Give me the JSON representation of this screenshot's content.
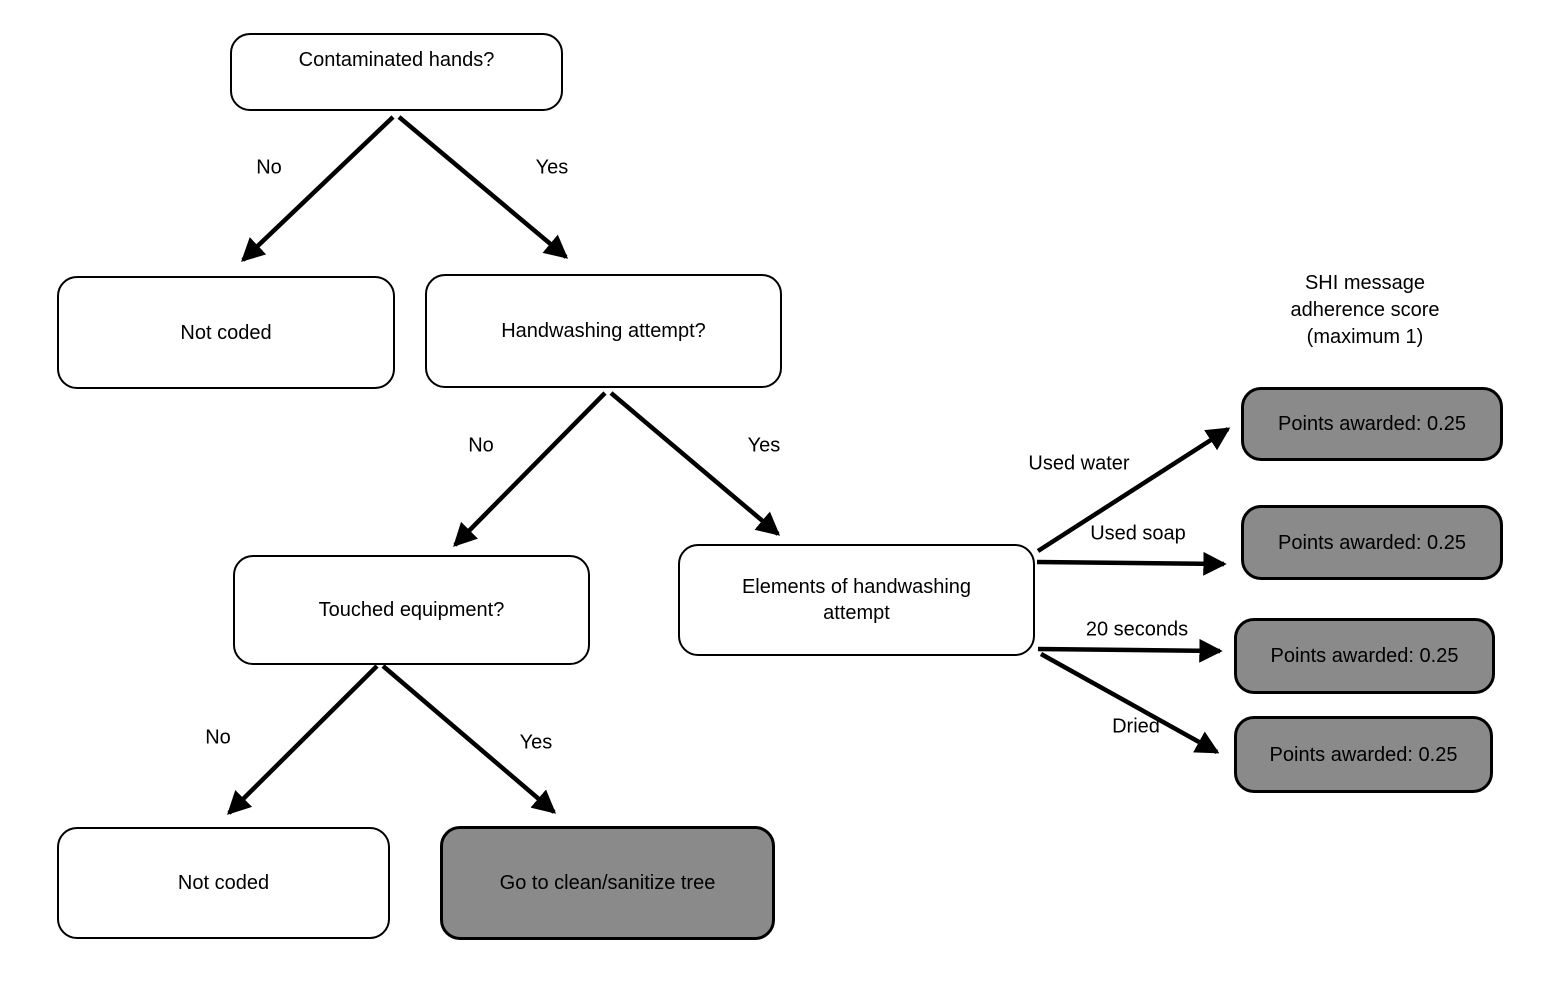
{
  "colors": {
    "box_fill": "#ffffff",
    "highlight_fill": "#8a8a8a",
    "outline": "#000000",
    "arrow": "#000000",
    "text": "#000000"
  },
  "score_heading": {
    "lines": [
      "SHI message",
      "adherence score",
      "(maximum 1)"
    ]
  },
  "nodes": {
    "contaminated": {
      "label": "Contaminated hands?"
    },
    "not_coded_top": {
      "label": "Not coded"
    },
    "handwashing": {
      "label": "Handwashing attempt?"
    },
    "touched": {
      "label": "Touched equipment?"
    },
    "elements": {
      "label": "Elements of handwashing attempt"
    },
    "not_coded_bottom": {
      "label": "Not coded"
    },
    "go_to_clean": {
      "label": "Go to clean/sanitize tree"
    },
    "points_1": {
      "label": "Points awarded: 0.25"
    },
    "points_2": {
      "label": "Points awarded: 0.25"
    },
    "points_3": {
      "label": "Points awarded: 0.25"
    },
    "points_4": {
      "label": "Points awarded: 0.25"
    }
  },
  "edge_labels": {
    "contaminated_no": "No",
    "contaminated_yes": "Yes",
    "handwashing_no": "No",
    "handwashing_yes": "Yes",
    "touched_no": "No",
    "touched_yes": "Yes",
    "used_water": "Used water",
    "used_soap": "Used soap",
    "twenty_seconds": "20 seconds",
    "dried": "Dried"
  }
}
